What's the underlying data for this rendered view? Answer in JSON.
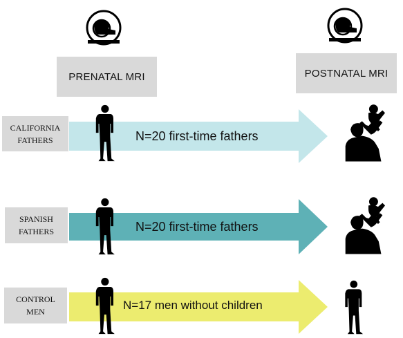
{
  "stages": {
    "prenatal": "PRENATAL MRI",
    "postnatal": "POSTNATAL MRI"
  },
  "rows": [
    {
      "group_line1": "CALIFORNIA",
      "group_line2": "FATHERS",
      "arrow_text": "N=20 first-time fathers",
      "arrow_color": "#c3e6ea",
      "outcome": "father-with-baby"
    },
    {
      "group_line1": "SPANISH",
      "group_line2": "FATHERS",
      "arrow_text": "N=20 first-time fathers",
      "arrow_color": "#5eb1b6",
      "outcome": "father-with-baby"
    },
    {
      "group_line1": "CONTROL",
      "group_line2": "MEN",
      "arrow_text": "N=17 men without children",
      "arrow_color": "#ecec6f",
      "outcome": "man-walking"
    }
  ],
  "icons": [
    "mri-scanner-icon",
    "walking-man-icon",
    "father-lifting-baby-icon"
  ]
}
